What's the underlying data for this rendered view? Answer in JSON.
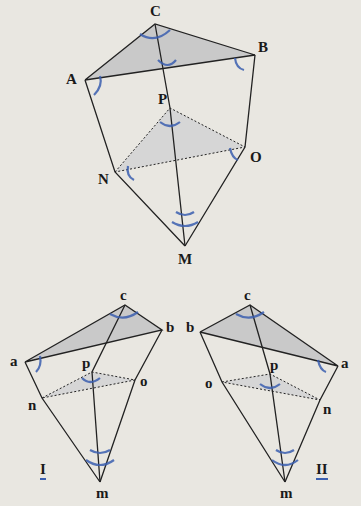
{
  "diagram": {
    "labels": [
      "C",
      "B",
      "A",
      "P",
      "O",
      "N",
      "M",
      "c",
      "b",
      "a",
      "p",
      "o",
      "n",
      "m",
      "I",
      "b",
      "c",
      "a",
      "p",
      "o",
      "n",
      "m",
      "II"
    ]
  }
}
